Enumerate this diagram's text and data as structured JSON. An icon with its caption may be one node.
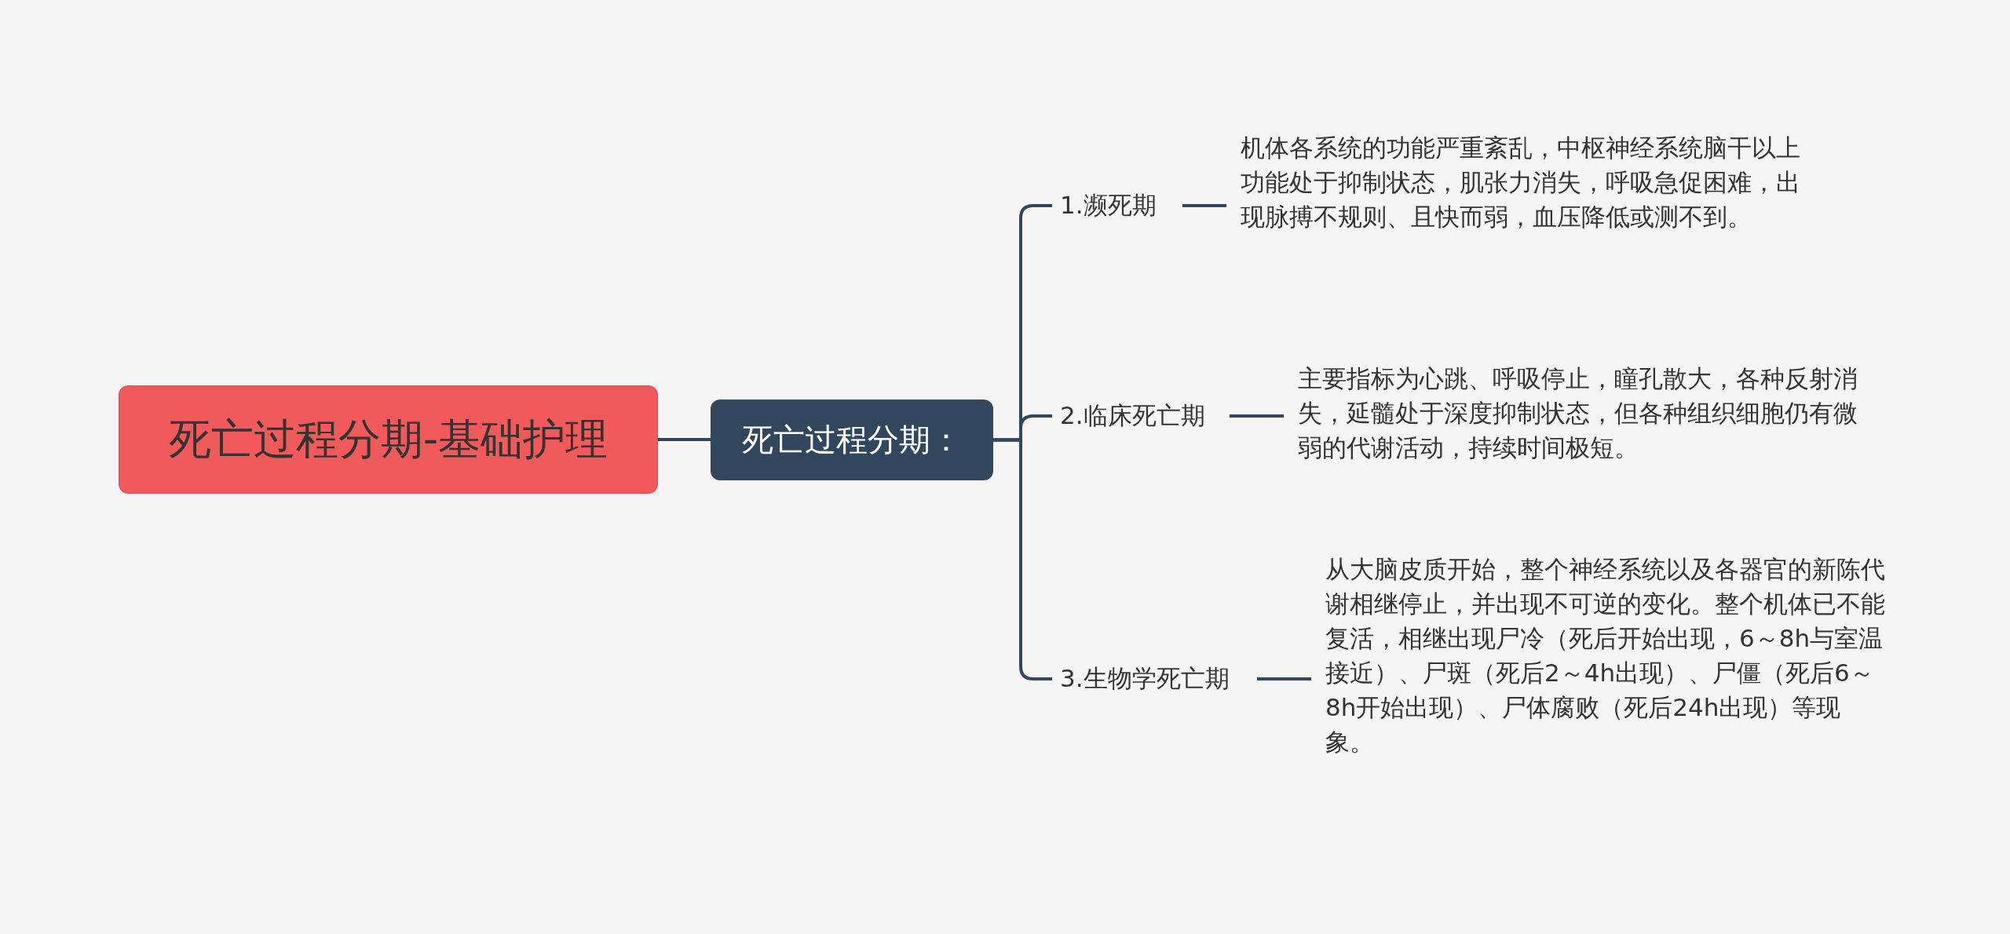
{
  "diagram": {
    "nodes": [
      {
        "text": [
          "死亡过程分期-基础护理"
        ]
      },
      {
        "text": [
          "死亡过程分期："
        ]
      },
      {
        "text": [
          "1.濒死期"
        ]
      },
      {
        "text": [
          "机体各系统的功能严重紊乱，中枢神经系统脑干以上功能处于抑制状态，肌张力消失，呼吸急促困难，出现脉搏不规则、且快而弱，血压降低或测不到。"
        ]
      },
      {
        "text": [
          "2.临床死亡期"
        ]
      },
      {
        "text": [
          "主要指标为心跳、呼吸停止，瞳孔散大，各种反射消失，延髓处于深度抑制状态，但各种组织细胞仍有微弱的代谢活动，持续时间极短。"
        ]
      },
      {
        "text": [
          "3.生物学死亡期"
        ]
      },
      {
        "text": [
          "从大脑皮质开始，整个神经系统以及各器官的新陈代谢相继停止，并出现不可逆的变化。整个机体已不能复活，相继出现尸冷（死后开始出现，6～8h与室温接近）、尸斑（死后2～4h出现）、尸僵（死后6～8h开始出现）、尸体腐败（死后24h出现）等现象。"
        ]
      }
    ],
    "edges": [
      {
        "from": 0,
        "to": 1,
        "arrow": "none"
      },
      {
        "from": 1,
        "to": 2,
        "arrow": "none"
      },
      {
        "from": 1,
        "to": 4,
        "arrow": "none"
      },
      {
        "from": 1,
        "to": 6,
        "arrow": "none"
      },
      {
        "from": 2,
        "to": 3,
        "arrow": "none"
      },
      {
        "from": 4,
        "to": 5,
        "arrow": "none"
      },
      {
        "from": 6,
        "to": 7,
        "arrow": "none"
      }
    ]
  }
}
